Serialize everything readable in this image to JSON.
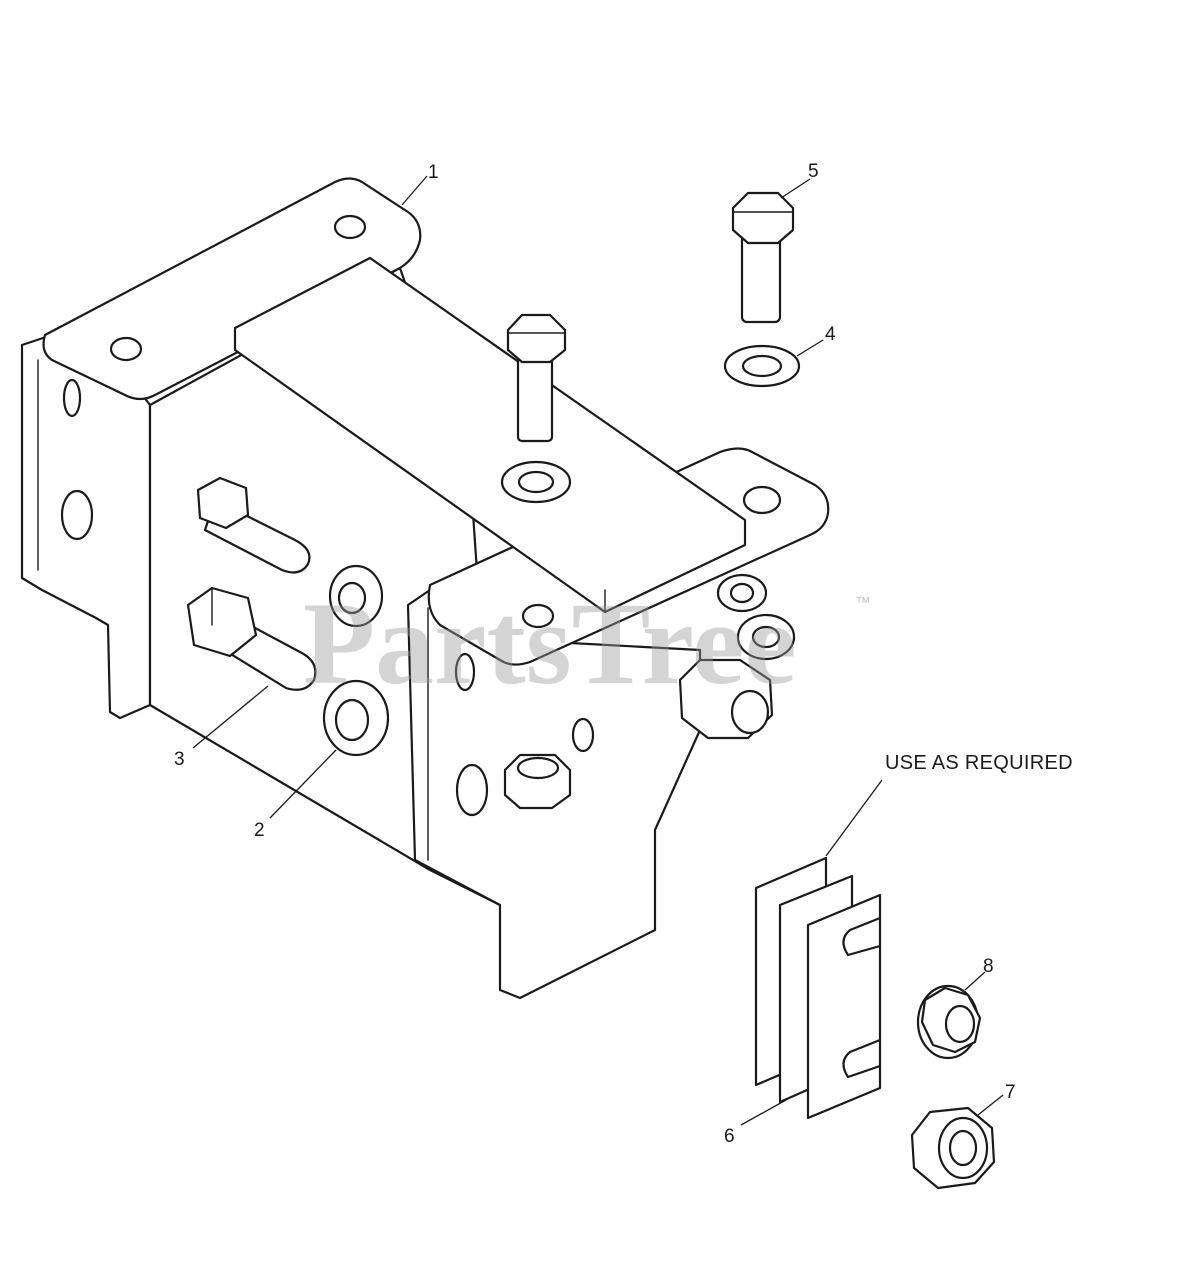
{
  "callouts": [
    "1",
    "2",
    "3",
    "4",
    "5",
    "6",
    "7",
    "8"
  ],
  "note": "USE AS REQUIRED",
  "watermark": {
    "text": "PartsTree",
    "trademark": "™"
  }
}
